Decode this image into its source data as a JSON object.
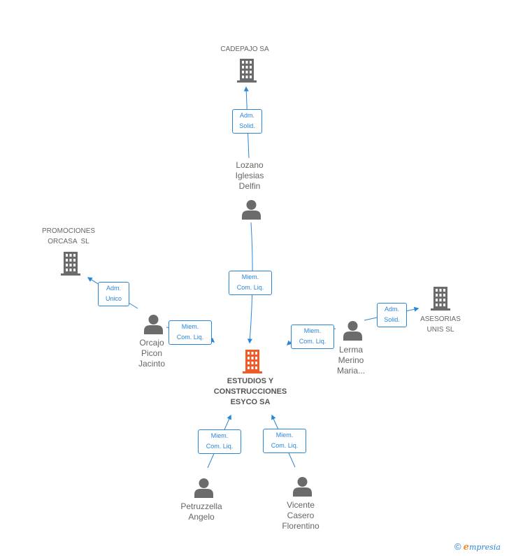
{
  "colors": {
    "company": "#6b6b6b",
    "main_company": "#f05a28",
    "person": "#6b6b6b",
    "relation": "#2b86d8",
    "text": "#666666"
  },
  "nodes": {
    "main": {
      "lines": [
        "ESTUDIOS Y",
        "CONSTRUCCIONES",
        "ESYCO SA"
      ],
      "icon": "building-icon"
    },
    "cadepajo": {
      "lines": [
        "CADEPAJO SA"
      ],
      "icon": "building-icon"
    },
    "promociones": {
      "lines": [
        "PROMOCIONES",
        "ORCASA  SL"
      ],
      "icon": "building-icon"
    },
    "asesorias": {
      "lines": [
        "ASESORIAS",
        "UNIS SL"
      ],
      "icon": "building-icon"
    },
    "lozano": {
      "lines": [
        "Lozano",
        "Iglesias",
        "Delfin"
      ],
      "icon": "person-icon"
    },
    "orcajo": {
      "lines": [
        "Orcajo",
        "Picon",
        "Jacinto"
      ],
      "icon": "person-icon"
    },
    "lerma": {
      "lines": [
        "Lerma",
        "Merino",
        "Maria..."
      ],
      "icon": "person-icon"
    },
    "petruzzella": {
      "lines": [
        "Petruzzella",
        "Angelo"
      ],
      "icon": "person-icon"
    },
    "vicente": {
      "lines": [
        "Vicente",
        "Casero",
        "Florentino"
      ],
      "icon": "person-icon"
    }
  },
  "relations": {
    "lozano_cadepajo": [
      "Adm.",
      "Solid."
    ],
    "lozano_main": [
      "Miem.",
      "Com. Liq."
    ],
    "orcajo_promociones": [
      "Adm.",
      "Unico"
    ],
    "orcajo_main": [
      "Miem.",
      "Com. Liq."
    ],
    "lerma_main": [
      "Miem.",
      "Com. Liq."
    ],
    "lerma_asesorias": [
      "Adm.",
      "Solid."
    ],
    "petruzzella_main": [
      "Miem.",
      "Com. Liq."
    ],
    "vicente_main": [
      "Miem.",
      "Com. Liq."
    ]
  },
  "footer": {
    "copyright": "©",
    "brand_initial": "e",
    "brand_rest": "mpresia"
  }
}
